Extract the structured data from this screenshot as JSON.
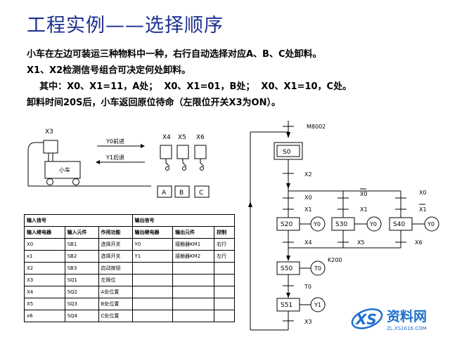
{
  "title": "工程实例——选择顺序",
  "text_lines": [
    "小车在左边可装运三种物料中一种，右行自动选择对应A、B、C处卸料。",
    "X1、X2检测信号组合可决定何处卸料。",
    "    其中：X0、X1=11，A处；  X0、X1=01，B处；  X0、X1=10，C处。",
    "卸料时间20S后，小车返回原位待命（左限位开关X3为ON）。"
  ],
  "left_diagram": {
    "x3": "X3",
    "cart": "小车",
    "y0": "Y0前进",
    "y1": "Y1后退",
    "sensors": [
      "X4",
      "X5",
      "X6"
    ],
    "stations": [
      "A",
      "B",
      "C"
    ]
  },
  "table": {
    "header_left": "输入信号",
    "header_right": "输出信号",
    "columns": [
      "输入继电器",
      "输入元件",
      "作用功能",
      "输出继电器",
      "输出元件",
      "控制"
    ],
    "rows": [
      [
        "X0",
        "SB1",
        "选择开关",
        "Y0",
        "接触器KM1",
        "右行"
      ],
      [
        "x1",
        "SB2",
        "选择开关",
        "Y1",
        "接触器KM2",
        "左行"
      ],
      [
        "X2",
        "SB3",
        "启动按钮",
        "",
        "",
        ""
      ],
      [
        "X3",
        "SQ1",
        "左限位",
        "",
        "",
        ""
      ],
      [
        "X4",
        "SQ2",
        "A处位置",
        "",
        "",
        ""
      ],
      [
        "X5",
        "SQ3",
        "B处位置",
        "",
        "",
        ""
      ],
      [
        "x6",
        "SQ4",
        "C处位置",
        "",
        "",
        ""
      ]
    ]
  },
  "sfc": {
    "m8002": "M8002",
    "s0": "S0",
    "x2": "X2",
    "x0": "X0",
    "x1": "X1",
    "x0_bar": "X0",
    "x1_b": "X1",
    "x0_c": "X0",
    "x1_bar": "X1",
    "s20": "S20",
    "s30": "S30",
    "s40": "S40",
    "y0a": "Y0",
    "y0b": "Y0",
    "y0c": "Y0",
    "x4": "X4",
    "x5": "X5",
    "x6": "X6",
    "s50": "S50",
    "t0": "T0",
    "k200": "K200",
    "t0_cond": "T0",
    "s51": "S51",
    "y1": "Y1",
    "x3": "X3"
  },
  "watermark": {
    "logo": "XS",
    "site": "资料网",
    "url": "ZL.XS1616.COM"
  },
  "colors": {
    "title": "#1b2f8f",
    "watermark": "#1e6fd0"
  }
}
